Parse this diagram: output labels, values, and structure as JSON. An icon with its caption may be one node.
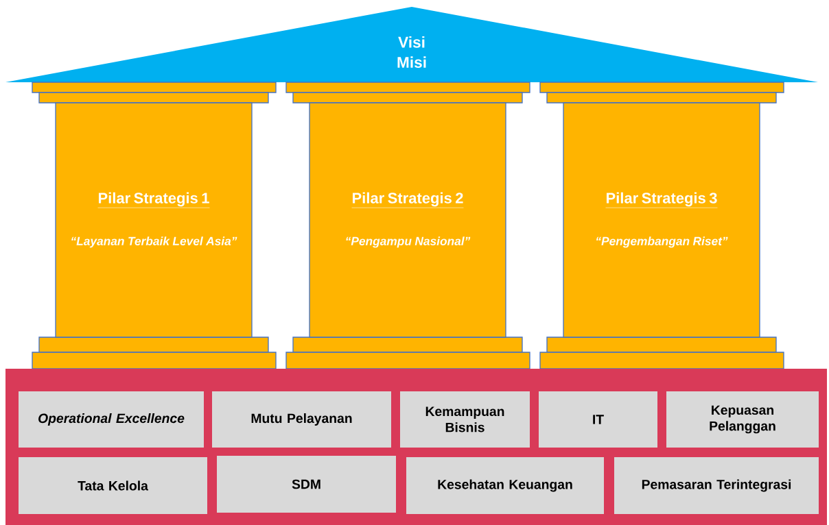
{
  "diagram": {
    "nodes": [
      {
        "text": [
          "Visi",
          "Misi"
        ]
      },
      {
        "text": [
          "Pilar Strategis 1",
          "“Layanan Terbaik Level Asia”"
        ]
      },
      {
        "text": [
          "Pilar Strategis 2",
          "“Pengampu Nasional”"
        ]
      },
      {
        "text": [
          "Pilar Strategis 3",
          "“Pengembangan Riset”"
        ]
      },
      {
        "text": [],
        "shape": "box"
      },
      {
        "text": [
          "Operational Excellence"
        ],
        "in": 4
      },
      {
        "text": [
          "Mutu Pelayanan"
        ],
        "in": 4
      },
      {
        "text": [
          "Kemampuan Bisnis"
        ],
        "in": 4
      },
      {
        "text": [
          "IT"
        ],
        "in": 4
      },
      {
        "text": [
          "Kepuasan Pelanggan"
        ],
        "in": 4
      },
      {
        "text": [
          "Tata Kelola"
        ],
        "in": 4
      },
      {
        "text": [
          "SDM"
        ],
        "in": 4
      },
      {
        "text": [
          "Kesehatan Keuangan"
        ],
        "in": 4
      },
      {
        "text": [
          "Pemasaran Terintegrasi"
        ],
        "in": 4
      }
    ],
    "edges": []
  }
}
